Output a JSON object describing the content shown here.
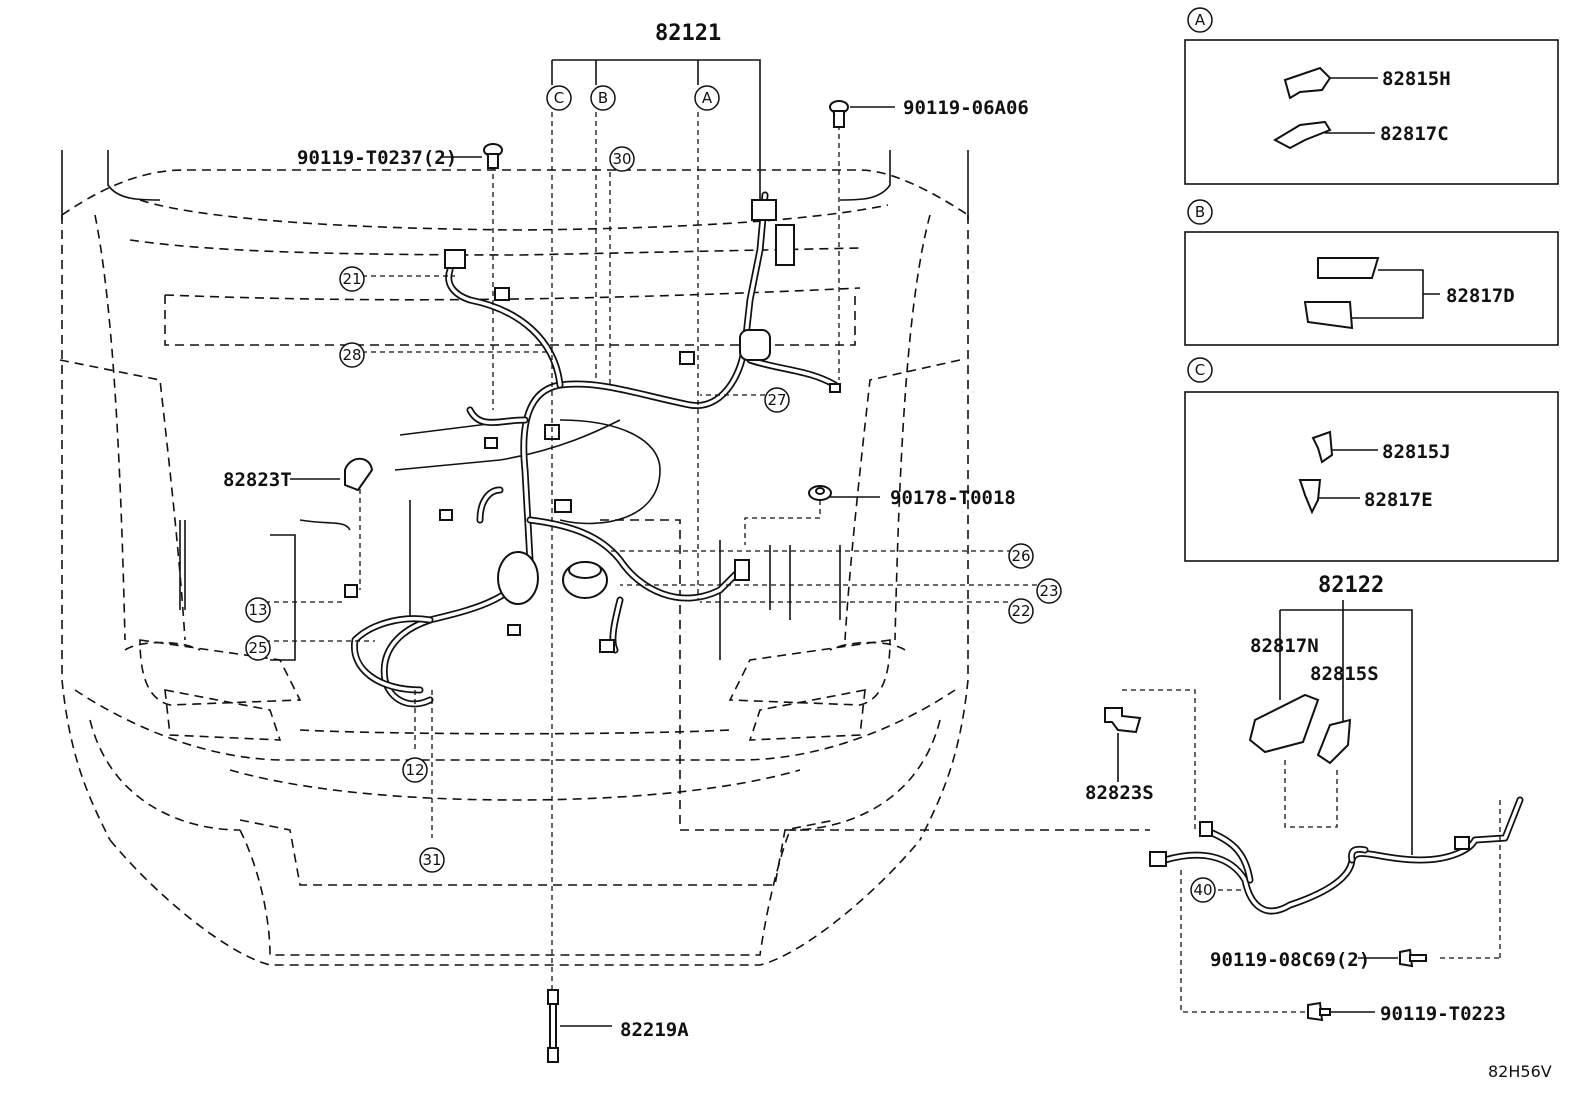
{
  "diagram_id": "82H56V",
  "main_assembly": {
    "part_no": "82121",
    "branches": [
      "C",
      "B",
      "A"
    ]
  },
  "secondary_assembly": {
    "part_no": "82122",
    "components": [
      "82817N",
      "82815S"
    ]
  },
  "callout_labels": {
    "bolt_top_right": "90119-06A06",
    "bolt_top_left": "90119-T0237(2)",
    "clip_left": "82823T",
    "nut_mid": "90178-T0018",
    "fuse_bottom": "82219A",
    "clamp_right": "82823S",
    "bolt_right_1": "90119-08C69(2)",
    "bolt_right_2": "90119-T0223"
  },
  "circle_refs": [
    "21",
    "28",
    "30",
    "27",
    "26",
    "23",
    "22",
    "13",
    "25",
    "12",
    "31",
    "40"
  ],
  "detail_boxes": [
    {
      "letter": "A",
      "parts": [
        "82815H",
        "82817C"
      ]
    },
    {
      "letter": "B",
      "parts": [
        "82817D"
      ]
    },
    {
      "letter": "C",
      "parts": [
        "82815J",
        "82817E"
      ]
    }
  ]
}
